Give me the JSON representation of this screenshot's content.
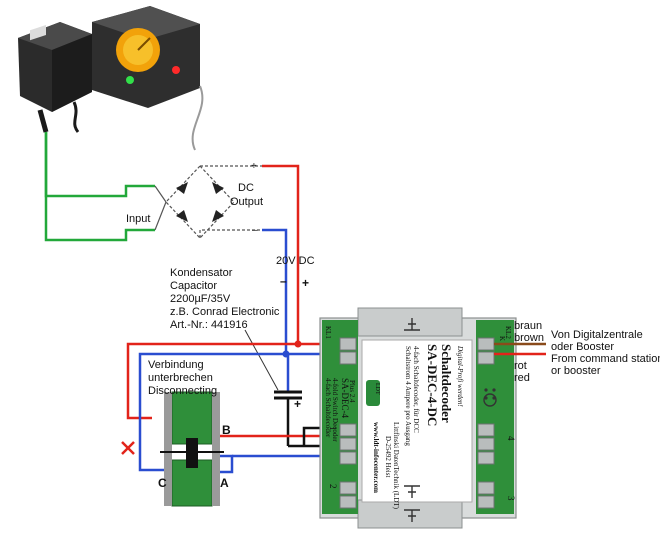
{
  "colors": {
    "red": "#e2231a",
    "blue": "#2a4dd0",
    "green": "#22a83a",
    "black": "#111111",
    "brown": "#8a4b1b",
    "module_green": "#2f8f3a",
    "module_grey": "#d9dcdc",
    "terminal_grey": "#b9bdbd"
  },
  "bridge": {
    "input_label": "Input",
    "output_label_1": "DC",
    "output_label_2": "Output",
    "plus_mark": "+",
    "minus_mark": "–"
  },
  "rails": {
    "voltage_label": "20V DC",
    "minus_sign": "–",
    "plus_sign": "+"
  },
  "capacitor": {
    "label_1": "Kondensator",
    "label_2": "Capacitor",
    "label_3": "2200µF/35V",
    "label_4": "z.B. Conrad Electronic",
    "label_5": "Art.-Nr.: 441916",
    "plus_sign": "+"
  },
  "interrupt": {
    "label_1": "Verbindung",
    "label_2": "unterbrechen",
    "label_3": "Disconnecting"
  },
  "track": {
    "label_a": "A",
    "label_b": "B",
    "label_c": "C"
  },
  "source": {
    "line_1": "braun",
    "line_2": "brown",
    "line_3": "rot",
    "line_4": "red",
    "note_1": "Von Digitalzentrale",
    "note_2": "oder Booster",
    "note_3": "From command station",
    "note_4": "or booster"
  },
  "decoder": {
    "tagline": "Digital-Profi werden!",
    "title_1": "Schaltdecoder",
    "title_2": "SA-DEC-4-DC",
    "spec_1": "4-fach Schaltdecoder, für DCC",
    "spec_2": "Schaltstrom 4 Ampere pro Ausgang",
    "maker_1": "Littfinski DatenTechnik (LDT)",
    "maker_2": "D-25492 Heist",
    "web": "www.ldt-infocenter.com",
    "side_1": "4-fach Schaltdecoder",
    "side_2": "4-fold Switch Decoder",
    "side_3": "SA-DEC-4",
    "side_4": "Plus 2.4",
    "port_1": "1",
    "port_2": "2",
    "port_3": "3",
    "port_4": "4",
    "kl1": "KL1",
    "kl2": "KL2",
    "k_mark": "K",
    "ldt": "LDT"
  }
}
